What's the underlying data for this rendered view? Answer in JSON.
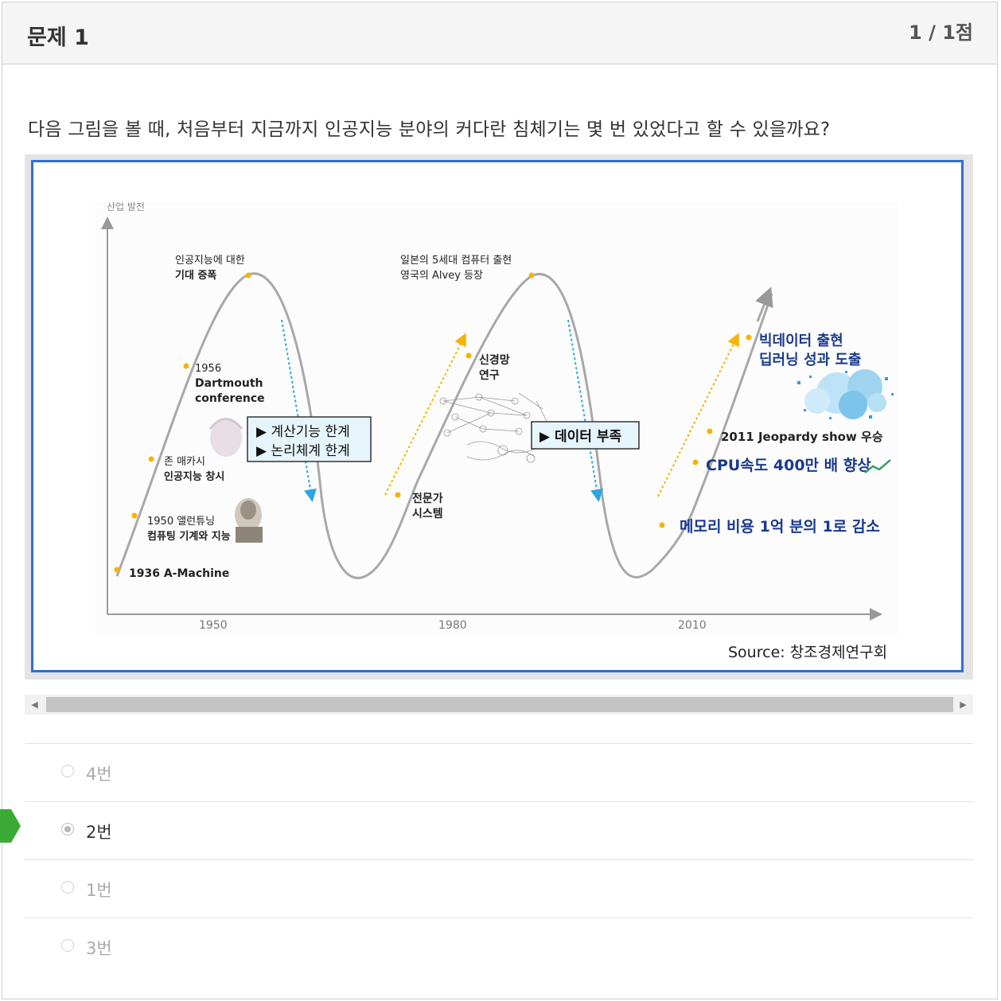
{
  "header": {
    "title": "문제 1",
    "score": "1 / 1점"
  },
  "question": {
    "text": "다음 그림을 볼 때, 처음부터 지금까지 인공지능 분야의 커다란 침체기는 몇 번 있었다고 할 수 있을까요?"
  },
  "figure": {
    "y_axis_label": "산업 발전",
    "x_ticks": [
      "1950",
      "1980",
      "2010"
    ],
    "source": "Source: 창조경제연구회",
    "annotations": {
      "a1936": "1936 A-Machine",
      "a1950_l1": "1950 앨런튜닝",
      "a1950_l2": "컴퓨팅 기계와 지능",
      "mccarthy_l1": "존 매카시",
      "mccarthy_l2": "인공지능 창시",
      "dart_l1": "1956",
      "dart_l2": "Dartmouth",
      "dart_l3": "conference",
      "peak1_l1": "인공지능에 대한",
      "peak1_l2": "기대 증폭",
      "limit_l1": "▶ 계산기능 한계",
      "limit_l2": "▶ 논리체계 한계",
      "expert_l1": "전문가",
      "expert_l2": "시스템",
      "neural_l1": "신경망",
      "neural_l2": "연구",
      "peak2_l1": "일본의 5세대 컴퓨터 출현",
      "peak2_l2": "영국의 Alvey 등장",
      "data_box": "▶ 데이터 부족",
      "bigdata_l1": "빅데이터 출현",
      "bigdata_l2": "딥러닝 성과 도출",
      "jeopardy": "2011 Jeopardy show 우승",
      "cpu": "CPU속도 400만 배 향상",
      "memory": "메모리 비용 1억 분의 1로 감소"
    }
  },
  "scrollbar": {
    "left_arrow": "◀",
    "right_arrow": "▶"
  },
  "options": [
    {
      "label": "4번",
      "selected": false
    },
    {
      "label": "2번",
      "selected": true
    },
    {
      "label": "1번",
      "selected": false
    },
    {
      "label": "3번",
      "selected": false
    }
  ],
  "colors": {
    "frame": "#2f6fd6",
    "curve": "#a8a8a8",
    "dot": "#f5b400",
    "blue_text": "#1a3a8f",
    "marker": "#3aaa35"
  }
}
